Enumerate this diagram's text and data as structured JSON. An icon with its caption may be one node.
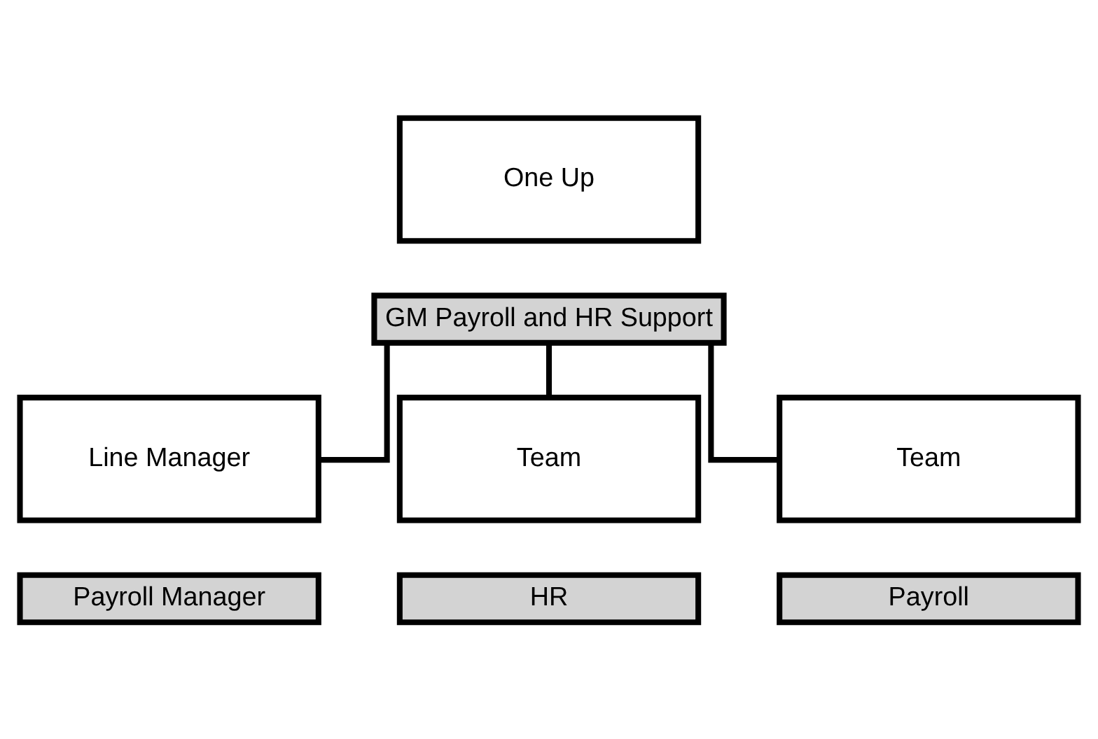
{
  "diagram": {
    "nodes": [
      {
        "text": [
          "One Up"
        ]
      },
      {
        "text": [
          "GM Payroll and HR Support"
        ]
      },
      {
        "text": [
          "Line Manager"
        ]
      },
      {
        "text": [
          "Payroll Manager"
        ]
      },
      {
        "text": [
          "Team"
        ]
      },
      {
        "text": [
          "HR"
        ]
      },
      {
        "text": [
          "Team"
        ]
      },
      {
        "text": [
          "Payroll"
        ]
      }
    ],
    "edges": [
      {
        "from": 1,
        "to": 2,
        "arrow": "none"
      },
      {
        "from": 1,
        "to": 4,
        "arrow": "none"
      },
      {
        "from": 1,
        "to": 6,
        "arrow": "none"
      }
    ]
  }
}
